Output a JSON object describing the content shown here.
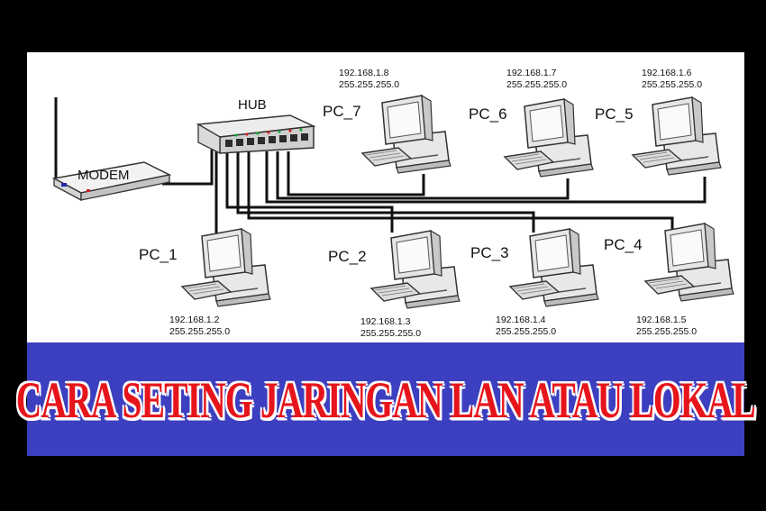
{
  "banner": {
    "title": "CARA SETING JARINGAN LAN ATAU LOKAL"
  },
  "devices": {
    "modem": {
      "label": "MODEM"
    },
    "hub": {
      "label": "HUB"
    }
  },
  "pcs": [
    {
      "label": "PC_1",
      "ip": "192.168.1.2",
      "mask": "255.255.255.0"
    },
    {
      "label": "PC_2",
      "ip": "192.168.1.3",
      "mask": "255.255.255.0"
    },
    {
      "label": "PC_3",
      "ip": "192.168.1.4",
      "mask": "255.255.255.0"
    },
    {
      "label": "PC_4",
      "ip": "192.168.1.5",
      "mask": "255.255.255.0"
    },
    {
      "label": "PC_5",
      "ip": "192.168.1.6",
      "mask": "255.255.255.0"
    },
    {
      "label": "PC_6",
      "ip": "192.168.1.7",
      "mask": "255.255.255.0"
    },
    {
      "label": "PC_7",
      "ip": "192.168.1.8",
      "mask": "255.255.255.0"
    }
  ],
  "colors": {
    "banner_bg": "#3c3fbf",
    "banner_text": "#e6151b",
    "background": "#000000"
  }
}
